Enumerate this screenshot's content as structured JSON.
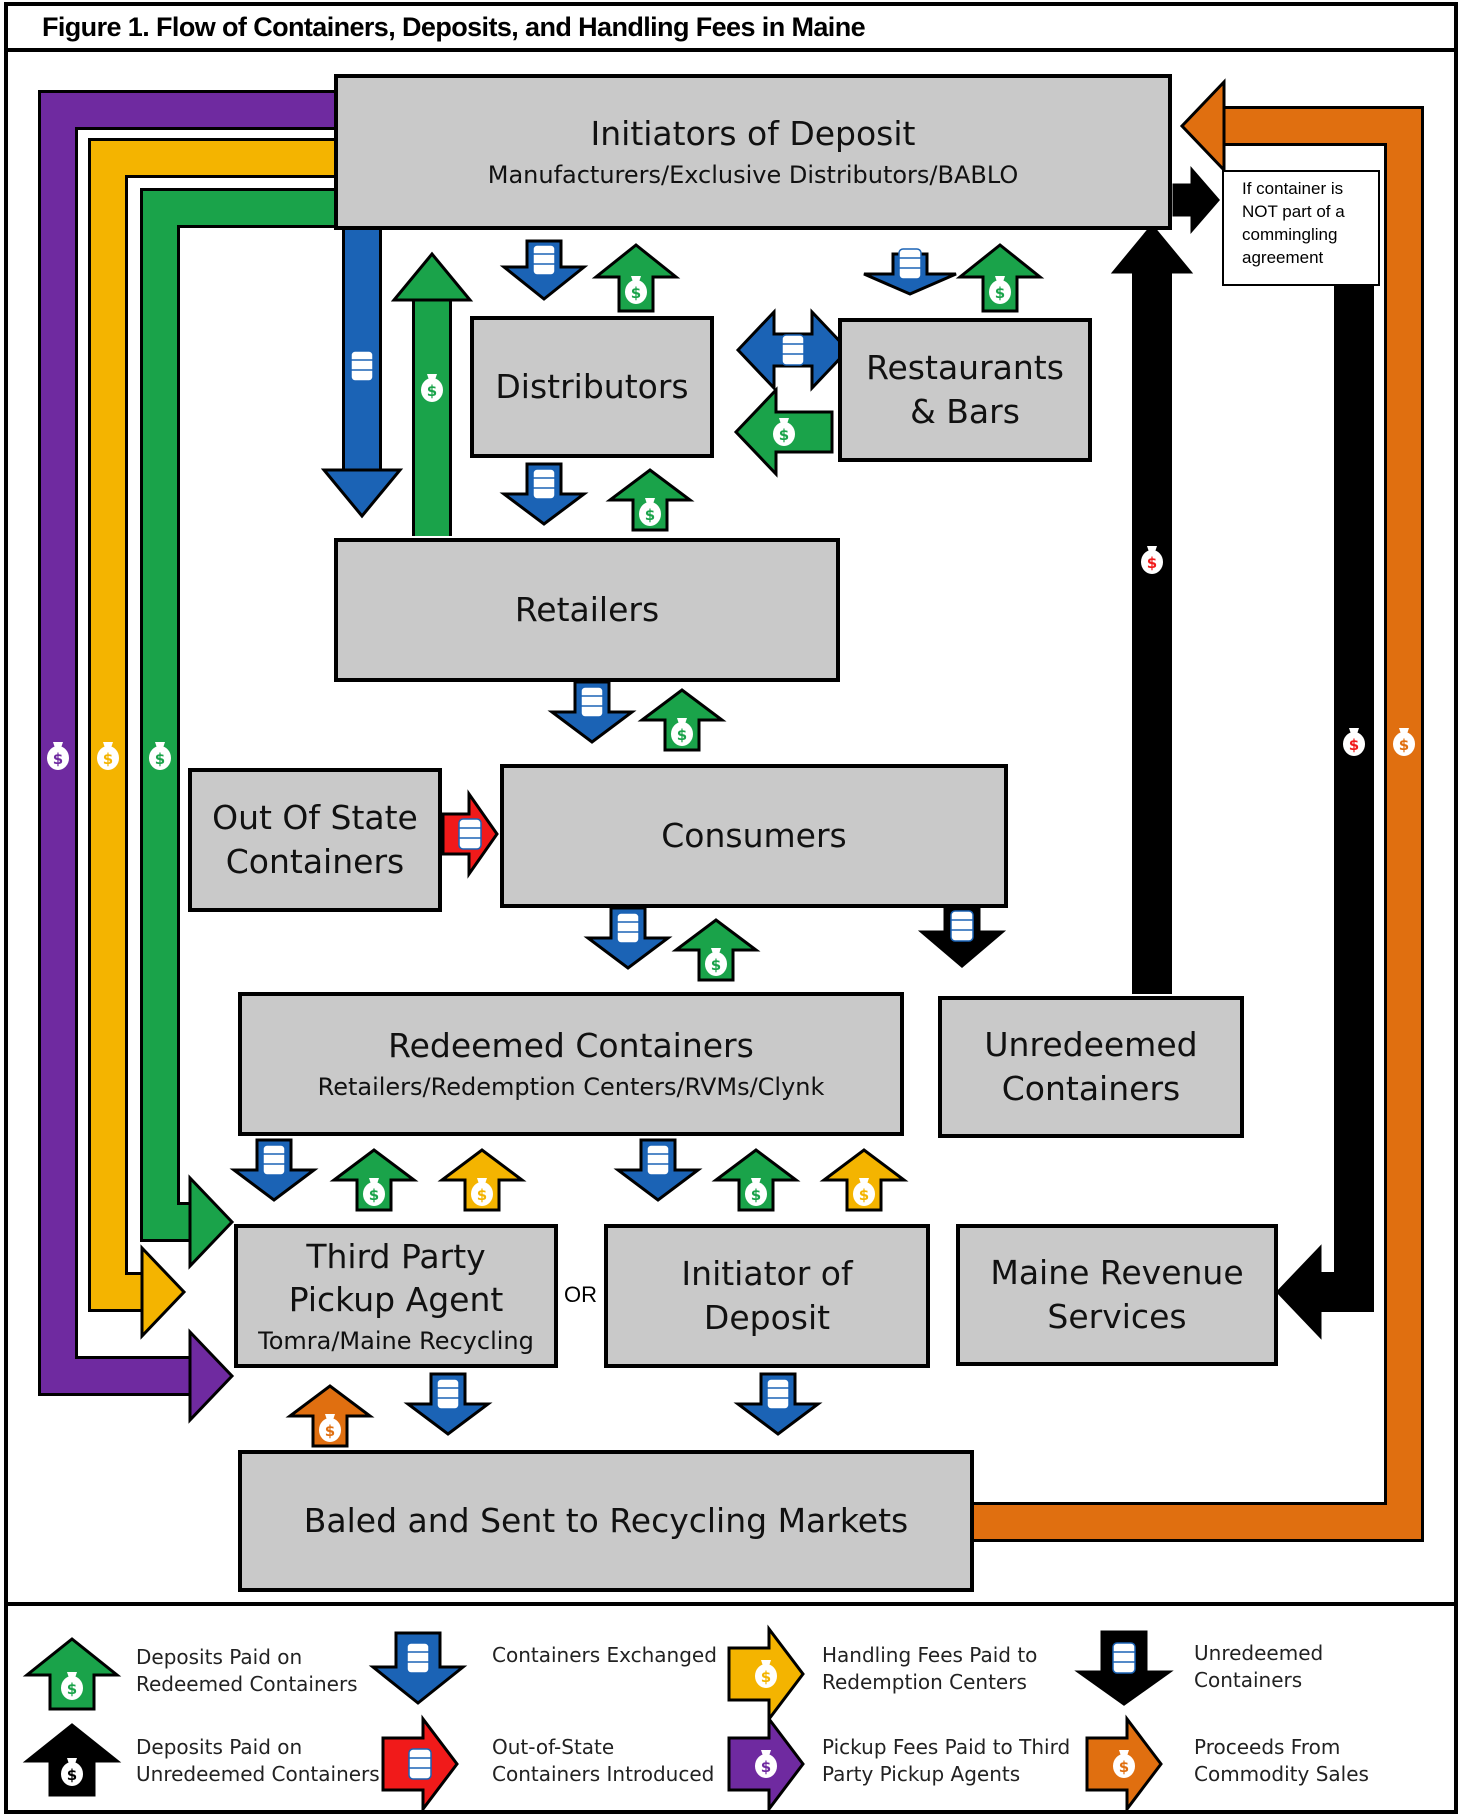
{
  "figure_title": "Figure 1. Flow of Containers, Deposits, and Handling Fees in Maine",
  "colors": {
    "deposits_redeemed": "#1aa34a",
    "containers_exchanged": "#1b63b5",
    "handling_fees": "#f4b400",
    "deposits_unredeemed": "#000000",
    "out_of_state": "#f11a1a",
    "pickup_fees": "#6f2aa0",
    "unredeemed_containers": "#000000",
    "commodity_proceeds": "#e06f10",
    "box_fill": "#c9c9c9"
  },
  "nodes": {
    "initiators": {
      "title": "Initiators of Deposit",
      "subtitle": "Manufacturers/Exclusive Distributors/BABLO"
    },
    "distributors": {
      "title": "Distributors"
    },
    "restaurants": {
      "title": "Restaurants\n& Bars"
    },
    "retailers": {
      "title": "Retailers"
    },
    "out_of_state": {
      "title": "Out Of State\nContainers"
    },
    "consumers": {
      "title": "Consumers"
    },
    "redeemed": {
      "title": "Redeemed Containers",
      "subtitle": "Retailers/Redemption Centers/RVMs/Clynk"
    },
    "unredeemed": {
      "title": "Unredeemed\nContainers"
    },
    "third_party": {
      "title": "Third Party\nPickup Agent",
      "subtitle": "Tomra/Maine Recycling"
    },
    "initiator_deposit": {
      "title": "Initiator of\nDeposit"
    },
    "mrs": {
      "title": "Maine Revenue\nServices"
    },
    "baled": {
      "title": "Baled and Sent to Recycling Markets"
    }
  },
  "or_label": "OR",
  "commingling_note": "If container is NOT part of a commingling agreement",
  "legend": [
    {
      "icon": "deposits-redeemed-icon",
      "text": "Deposits Paid on\nRedeemed Containers"
    },
    {
      "icon": "containers-exchanged-icon",
      "text": "Containers Exchanged"
    },
    {
      "icon": "handling-fees-icon",
      "text": "Handling Fees Paid to\nRedemption Centers"
    },
    {
      "icon": "unredeemed-containers-icon",
      "text": "Unredeemed\nContainers"
    },
    {
      "icon": "deposits-unredeemed-icon",
      "text": "Deposits Paid on\nUnredeemed Containers"
    },
    {
      "icon": "out-of-state-icon",
      "text": "Out-of-State\nContainers Introduced"
    },
    {
      "icon": "pickup-fees-icon",
      "text": "Pickup Fees Paid to Third\nParty Pickup Agents"
    },
    {
      "icon": "commodity-proceeds-icon",
      "text": "Proceeds From\nCommodity Sales"
    }
  ]
}
